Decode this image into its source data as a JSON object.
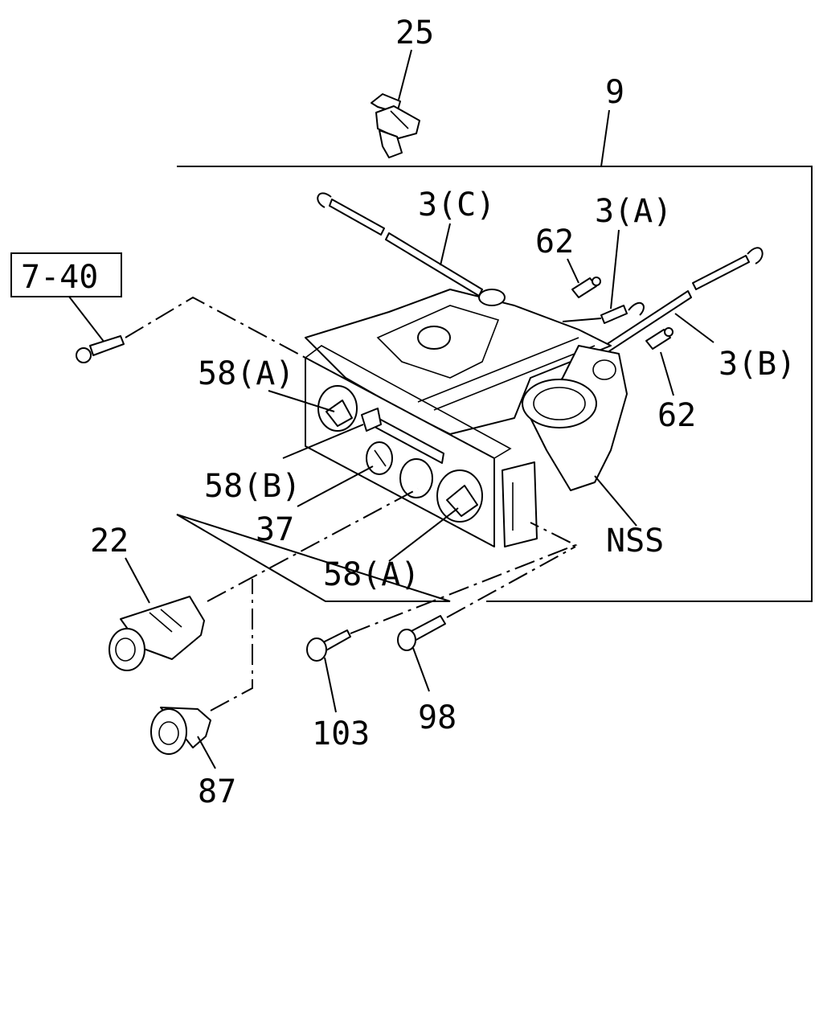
{
  "labels": {
    "p25": "25",
    "p9": "9",
    "p3c": "3(C)",
    "p3a": "3(A)",
    "p62a": "62",
    "p62b": "62",
    "p3b": "3(B)",
    "ref": "7-40",
    "p58a1": "58(A)",
    "p58b": "58(B)",
    "p37": "37",
    "p58a2": "58(A)",
    "nss": "NSS",
    "p22": "22",
    "p103": "103",
    "p98": "98",
    "p87": "87"
  }
}
